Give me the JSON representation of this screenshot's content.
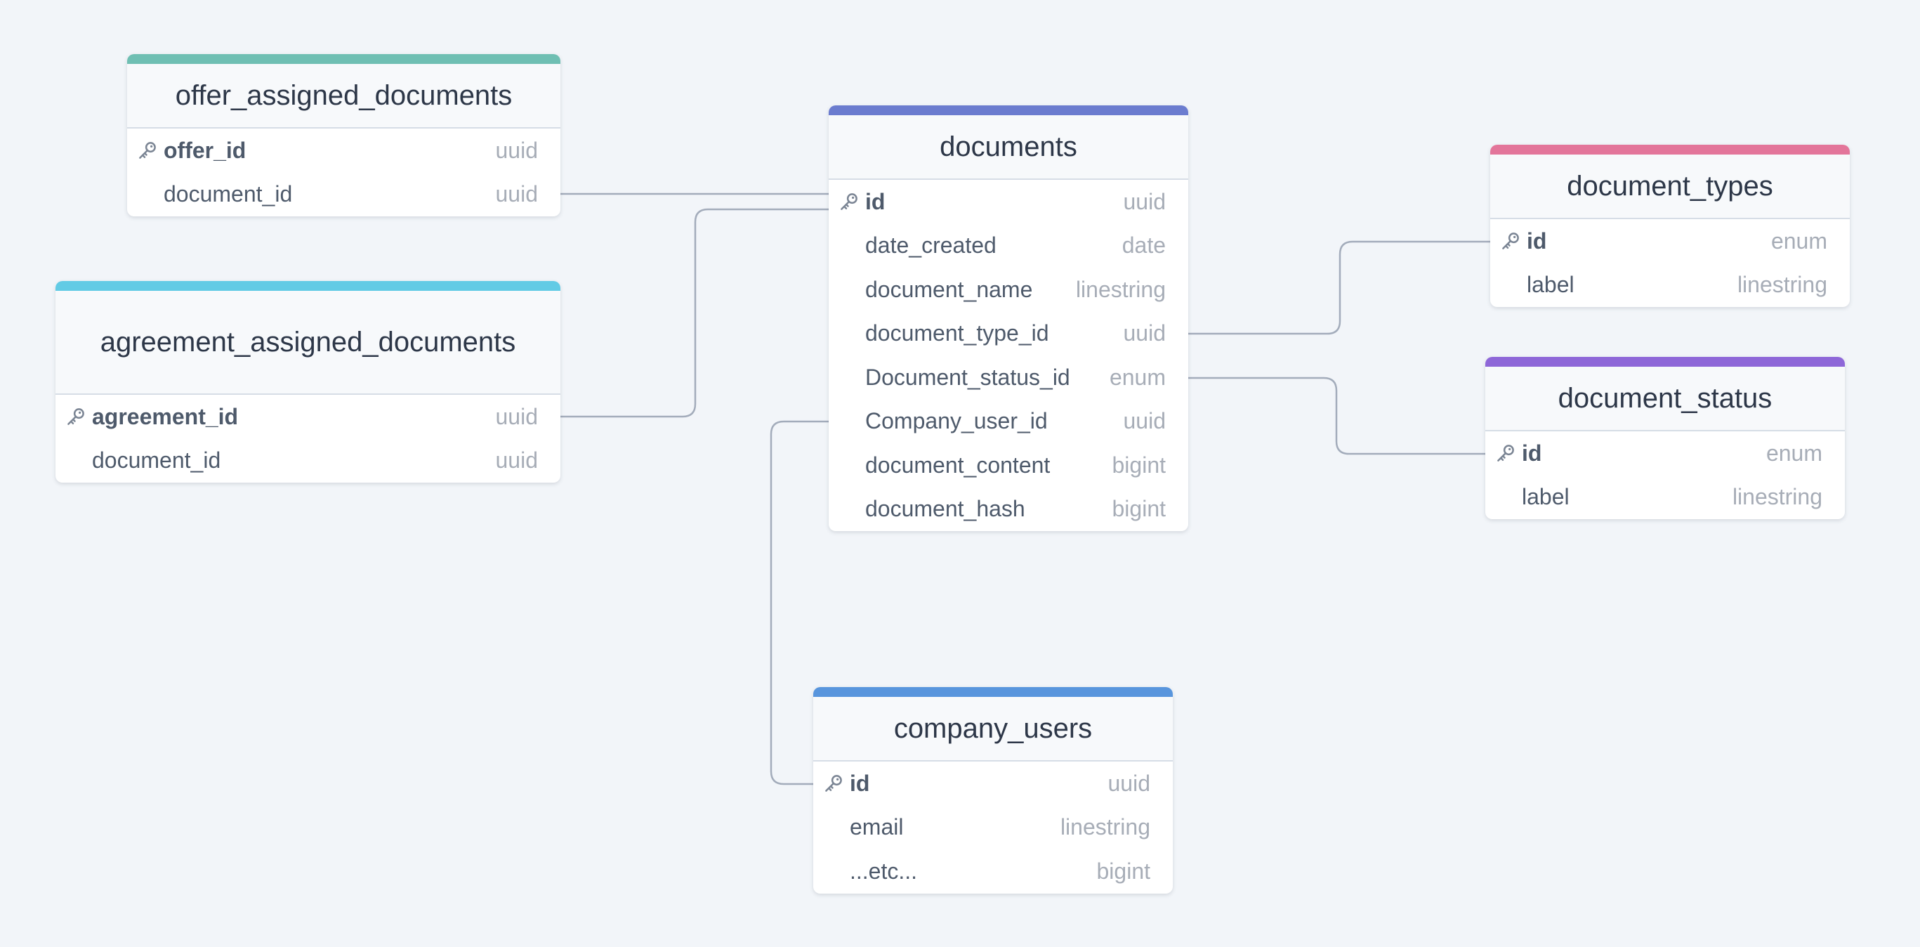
{
  "colors": {
    "background": "#f2f5f9",
    "connector": "#a3acbb",
    "offer_assigned_documents": "#6fbfb3",
    "agreement_assigned_documents": "#62cbe5",
    "documents": "#6b7ccf",
    "document_types": "#e3759a",
    "document_status": "#8e67d8",
    "company_users": "#5895dd"
  },
  "icons": {
    "primary_key": "key-icon"
  },
  "tables": {
    "offer_assigned_documents": {
      "title": "offer_assigned_documents",
      "rows": [
        {
          "name": "offer_id",
          "type": "uuid",
          "pk": true
        },
        {
          "name": "document_id",
          "type": "uuid",
          "pk": false
        }
      ]
    },
    "agreement_assigned_documents": {
      "title": "agreement_assigned_documents",
      "rows": [
        {
          "name": "agreement_id",
          "type": "uuid",
          "pk": true
        },
        {
          "name": "document_id",
          "type": "uuid",
          "pk": false
        }
      ]
    },
    "documents": {
      "title": "documents",
      "rows": [
        {
          "name": "id",
          "type": "uuid",
          "pk": true
        },
        {
          "name": "date_created",
          "type": "date",
          "pk": false
        },
        {
          "name": "document_name",
          "type": "linestring",
          "pk": false
        },
        {
          "name": "document_type_id",
          "type": "uuid",
          "pk": false
        },
        {
          "name": "Document_status_id",
          "type": "enum",
          "pk": false
        },
        {
          "name": "Company_user_id",
          "type": "uuid",
          "pk": false
        },
        {
          "name": "document_content",
          "type": "bigint",
          "pk": false
        },
        {
          "name": "document_hash",
          "type": "bigint",
          "pk": false
        }
      ]
    },
    "document_types": {
      "title": "document_types",
      "rows": [
        {
          "name": "id",
          "type": "enum",
          "pk": true
        },
        {
          "name": "label",
          "type": "linestring",
          "pk": false
        }
      ]
    },
    "document_status": {
      "title": "document_status",
      "rows": [
        {
          "name": "id",
          "type": "enum",
          "pk": true
        },
        {
          "name": "label",
          "type": "linestring",
          "pk": false
        }
      ]
    },
    "company_users": {
      "title": "company_users",
      "rows": [
        {
          "name": "id",
          "type": "uuid",
          "pk": true
        },
        {
          "name": "email",
          "type": "linestring",
          "pk": false
        },
        {
          "name": "...etc...",
          "type": "bigint",
          "pk": false
        }
      ]
    }
  },
  "relations": [
    {
      "from": "offer_assigned_documents.document_id",
      "to": "documents.id"
    },
    {
      "from": "agreement_assigned_documents.agreement_id",
      "to": "documents.id"
    },
    {
      "from": "documents.document_type_id",
      "to": "document_types.id"
    },
    {
      "from": "documents.Document_status_id",
      "to": "document_status.id"
    },
    {
      "from": "documents.Company_user_id",
      "to": "company_users.id"
    }
  ]
}
